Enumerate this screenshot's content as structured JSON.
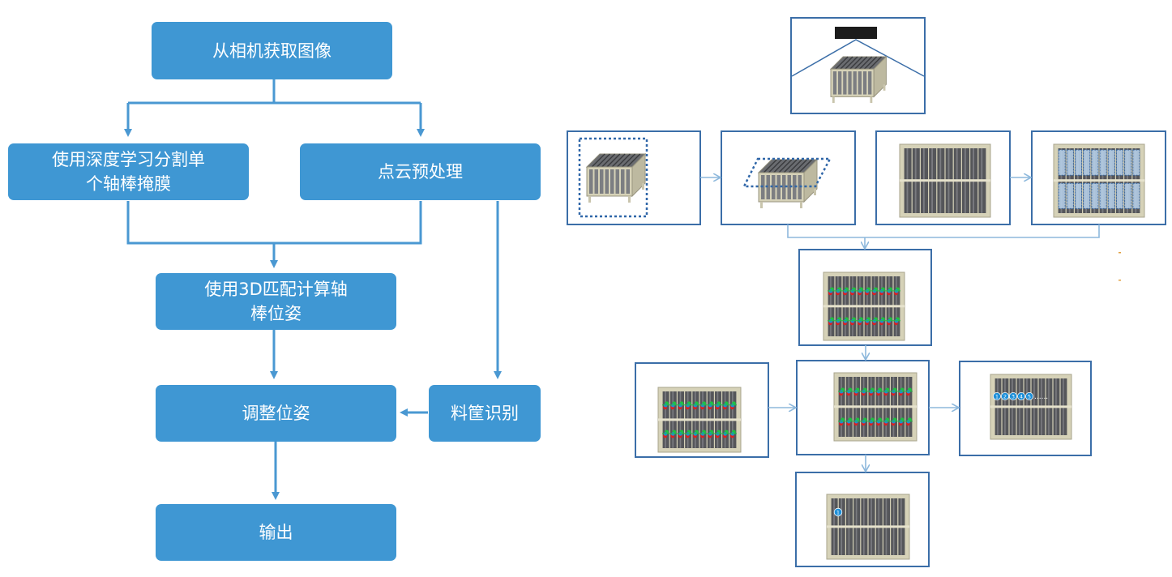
{
  "flowchart": {
    "steps": {
      "capture": "从相机获取图像",
      "segment_line1": "使用深度学习分割单",
      "segment_line2": "个轴棒掩膜",
      "preprocess": "点云预处理",
      "match_line1": "使用3D匹配计算轴",
      "match_line2": "棒位姿",
      "adjust": "调整位姿",
      "bin_detect": "料筐识别",
      "output": "输出"
    },
    "box_color": "#3f97d3",
    "arrow_color": "#4a98d2"
  },
  "illustration": {
    "frame_color": "#3b6ea8",
    "connector_color": "#8db8dc",
    "bin_color": "#d6d2b8",
    "rod_color": "#55565a",
    "marker_colors": {
      "red": "#e01f1f",
      "green": "#20c040",
      "blue": "#1d8fd8"
    },
    "index_labels": [
      "1",
      "2",
      "3",
      "4",
      "5"
    ],
    "ellipsis": "......"
  }
}
